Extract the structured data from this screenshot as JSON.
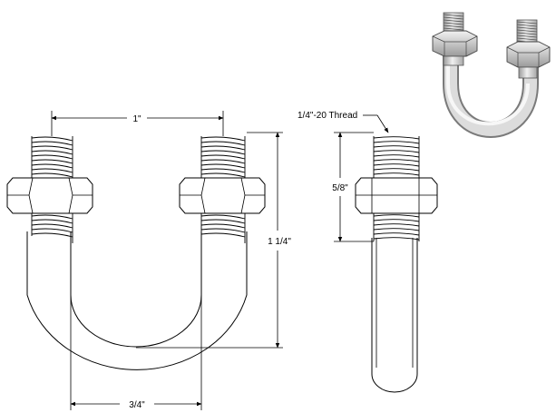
{
  "dimensions": {
    "top_width": "1\"",
    "bottom_width": "3/4\"",
    "overall_height": "1 1/4\"",
    "thread_length": "5/8\"",
    "thread_spec": "1/4\"-20 Thread"
  },
  "colors": {
    "line": "#000000",
    "background": "#ffffff",
    "iso_metal_light": "#e6e6e6",
    "iso_metal_mid": "#c8c8c8",
    "iso_metal_dark": "#8c8c8c"
  }
}
